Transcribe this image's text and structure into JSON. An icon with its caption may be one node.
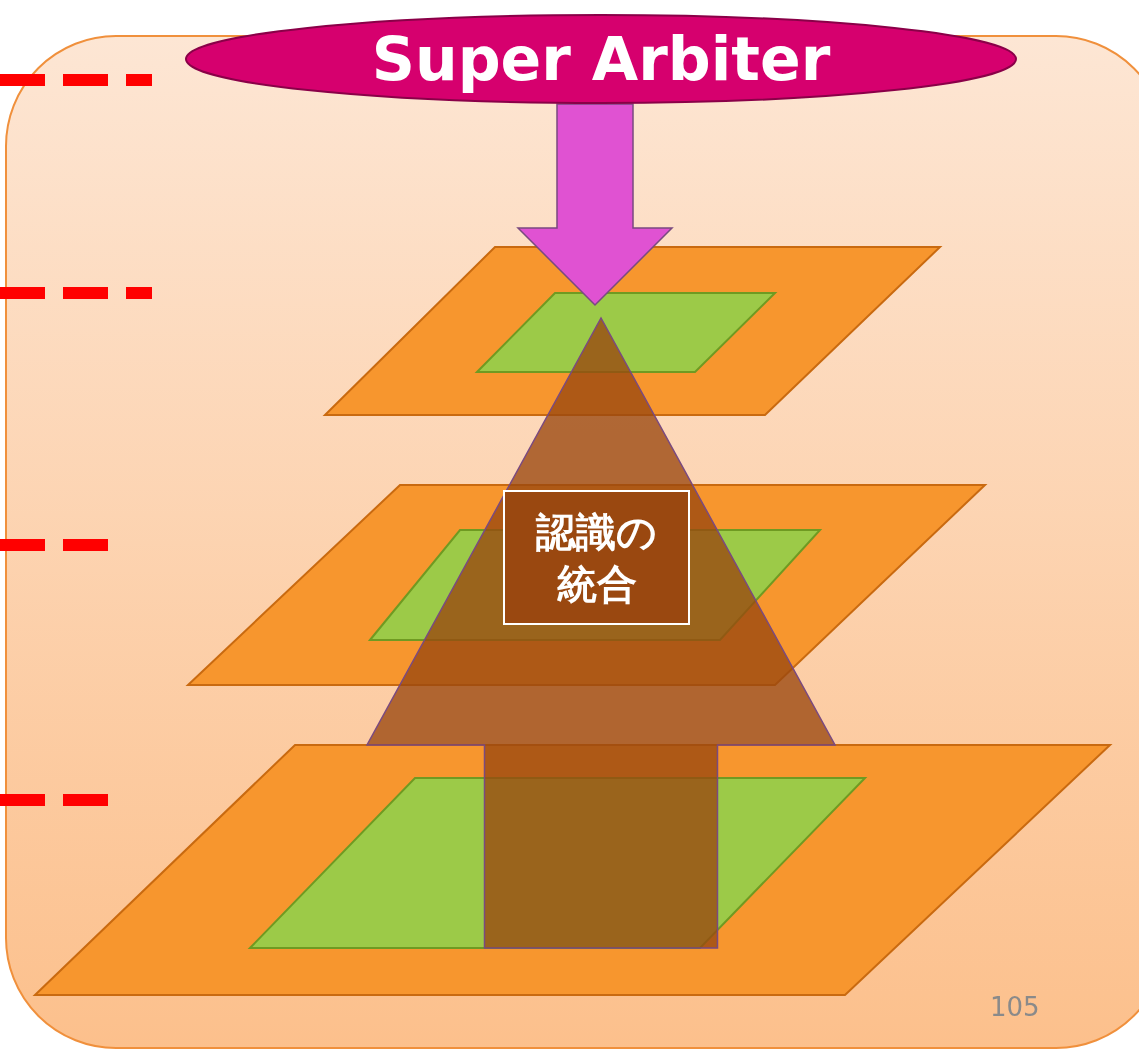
{
  "diagram": {
    "nodes": [
      {
        "text": [
          "Super Arbiter"
        ]
      },
      {
        "text": [],
        "shape": "parallelogram"
      },
      {
        "text": [],
        "shape": "parallelogram",
        "in": 1
      },
      {
        "text": [],
        "shape": "parallelogram"
      },
      {
        "text": [],
        "shape": "parallelogram",
        "in": 3
      },
      {
        "text": [],
        "shape": "parallelogram"
      },
      {
        "text": [],
        "shape": "parallelogram",
        "in": 5
      }
    ],
    "edges": [
      {
        "from": 0,
        "to": 2,
        "arrow": "to",
        "style": "thick",
        "color": "#e052d2"
      },
      {
        "from": 6,
        "to": 2,
        "arrow": "to",
        "style": "thick",
        "color": "#9a4810",
        "label": "認識の統合"
      }
    ],
    "labels": [
      "105"
    ]
  }
}
